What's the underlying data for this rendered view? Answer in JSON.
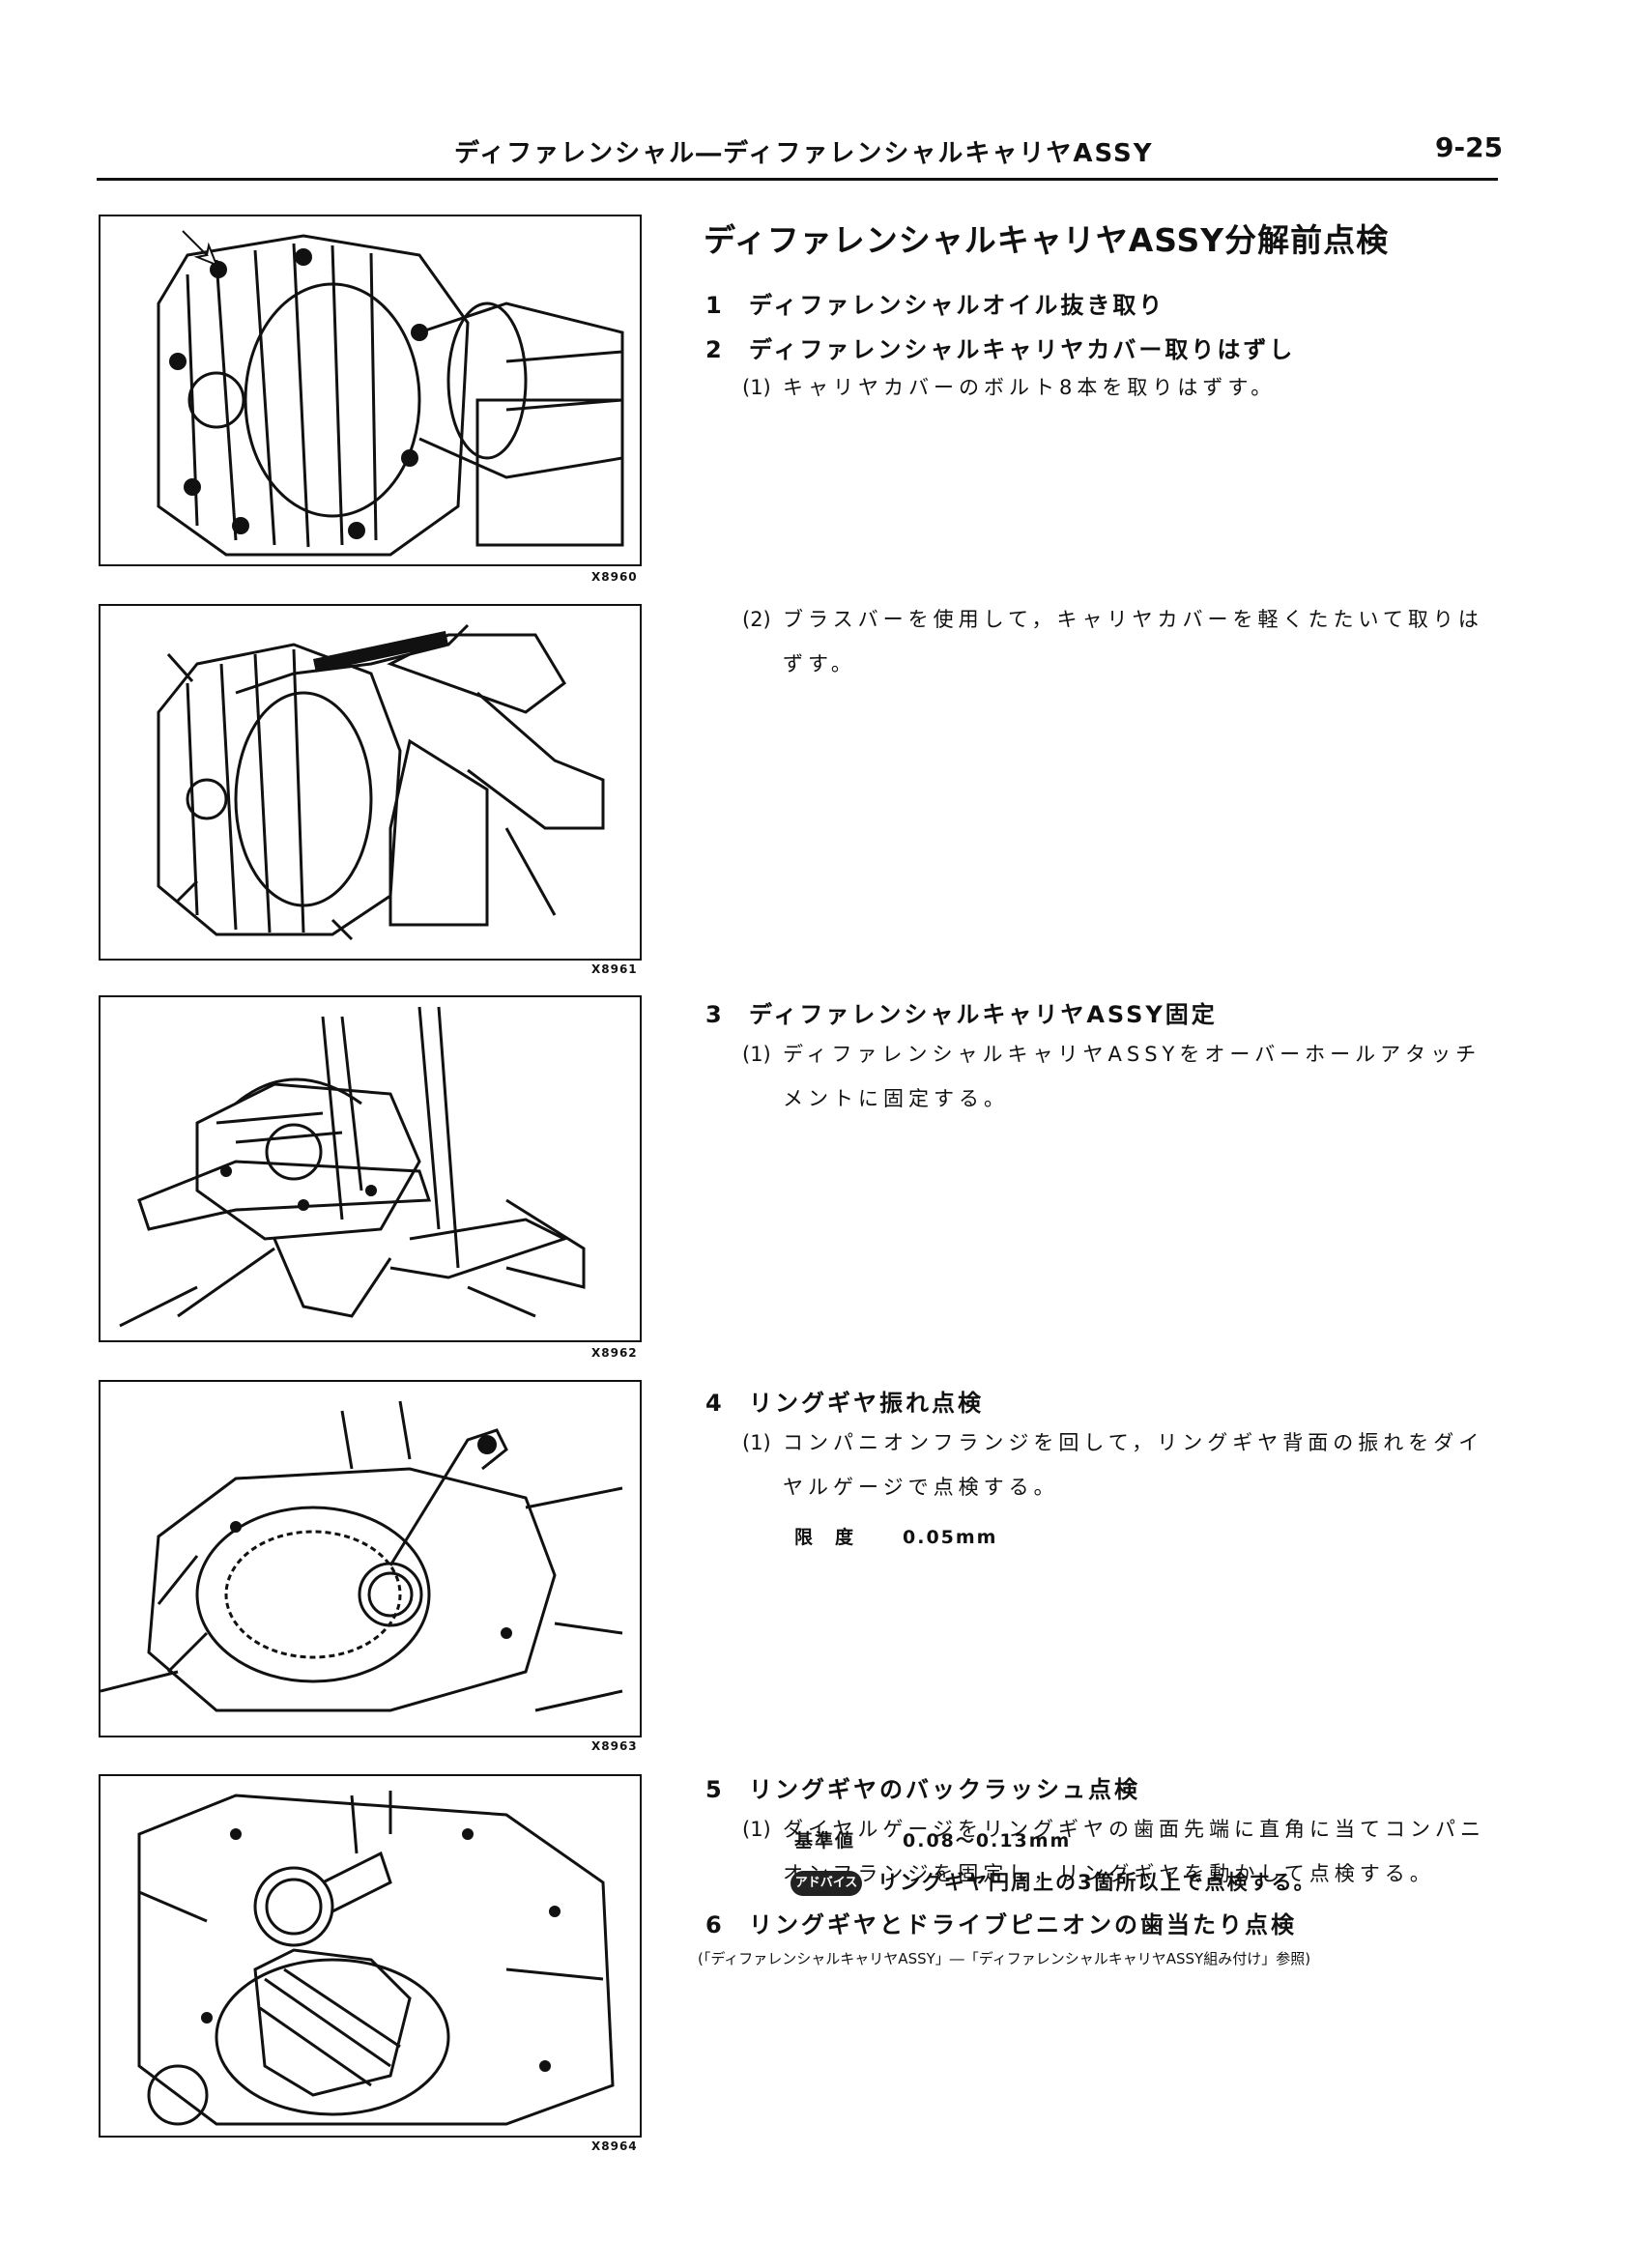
{
  "header": {
    "title": "ディファレンシャル―ディファレンシャルキャリヤASSY",
    "page_number": "9-25"
  },
  "section_title": "ディファレンシャルキャリヤASSY分解前点検",
  "figures": [
    {
      "code": "X8960",
      "icon": "differential-carrier-cover-bolts-illustration"
    },
    {
      "code": "X8961",
      "icon": "brass-bar-cover-removal-illustration"
    },
    {
      "code": "X8962",
      "icon": "overhaul-attachment-mounting-illustration"
    },
    {
      "code": "X8963",
      "icon": "ring-gear-runout-dial-gauge-illustration"
    },
    {
      "code": "X8964",
      "icon": "ring-gear-backlash-dial-gauge-illustration"
    }
  ],
  "steps": [
    {
      "num": "1",
      "title": "ディファレンシャルオイル抜き取り"
    },
    {
      "num": "2",
      "title": "ディファレンシャルキャリヤカバー取りはずし",
      "subs": [
        {
          "num": "(1)",
          "lines": [
            "キャリヤカバーのボルト8本を取りはずす。"
          ]
        },
        {
          "num": "(2)",
          "lines": [
            "ブラスバーを使用して，キャリヤカバーを軽くたたいて取りは",
            "ずす。"
          ]
        }
      ]
    },
    {
      "num": "3",
      "title": "ディファレンシャルキャリヤASSY固定",
      "subs": [
        {
          "num": "(1)",
          "lines": [
            "ディファレンシャルキャリヤASSYをオーバーホールアタッチ",
            "メントに固定する。"
          ]
        }
      ]
    },
    {
      "num": "4",
      "title": "リングギヤ振れ点検",
      "subs": [
        {
          "num": "(1)",
          "lines": [
            "コンパニオンフランジを回して，リングギヤ背面の振れをダイ",
            "ヤルゲージで点検する。"
          ]
        }
      ],
      "spec": {
        "label": "限　度",
        "value": "0.05mm"
      }
    },
    {
      "num": "5",
      "title": "リングギヤのバックラッシュ点検",
      "subs": [
        {
          "num": "(1)",
          "lines": [
            "ダイヤルゲージをリングギヤの歯面先端に直角に当てコンパニ",
            "オンフランジを固定し，リングギヤを動かして点検する。"
          ]
        }
      ],
      "spec": {
        "label": "基準値",
        "value": "0.08～0.13mm"
      },
      "hint": {
        "badge": "アドバイス",
        "text": "リングギヤ円周上の3箇所以上で点検する。"
      }
    },
    {
      "num": "6",
      "title": "リングギヤとドライブピニオンの歯当たり点検",
      "ref": "(「ディファレンシャルキャリヤASSY」―「ディファレンシャルキャリヤASSY組み付け」参照)"
    }
  ]
}
